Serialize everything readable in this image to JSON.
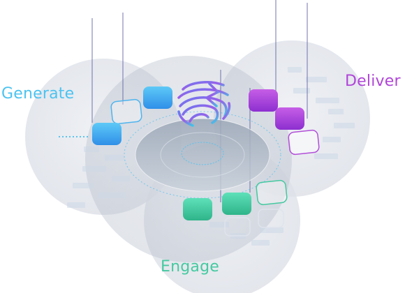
{
  "labels": {
    "generate": "Generate",
    "deliver": "Deliver",
    "engage": "Engage"
  },
  "colors": {
    "generate": "#4cc3f0",
    "deliver": "#b045d8",
    "engage": "#45c9a0",
    "bubble": "#e4e7ed",
    "disc": "#b9c3cf",
    "guide_line": "#5a5fa0"
  },
  "icons": {
    "center": "fingerprint-icon"
  }
}
